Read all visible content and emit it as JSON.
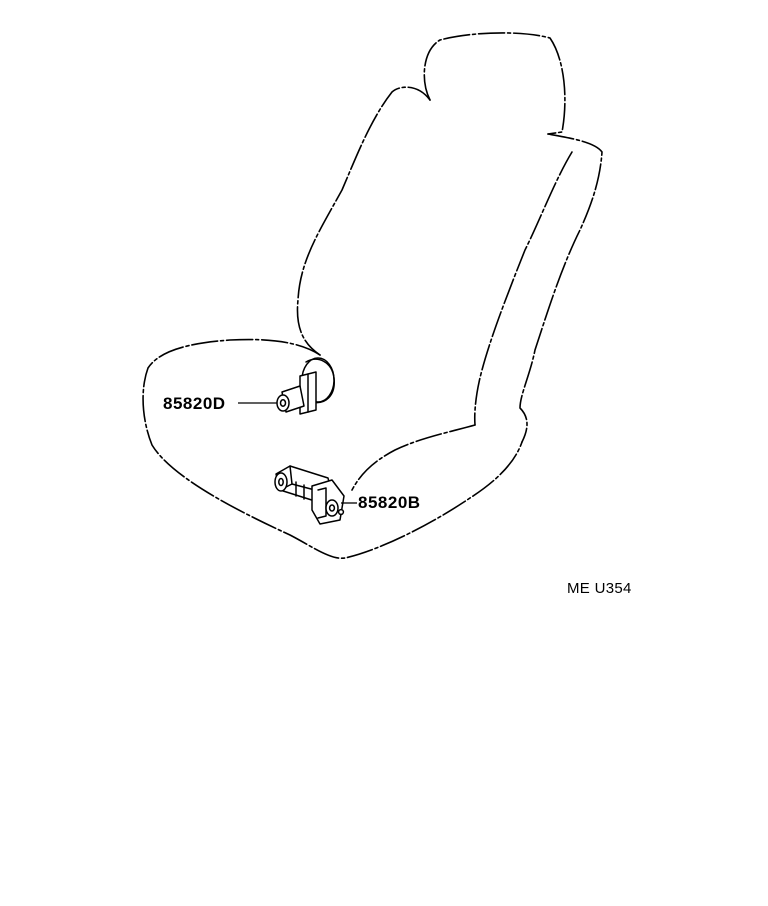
{
  "diagram": {
    "parts": [
      {
        "part_number": "85820D",
        "icon": "seat-motor-icon"
      },
      {
        "part_number": "85820B",
        "icon": "seat-motor-assembly-icon"
      }
    ],
    "diagram_code": "ME U354",
    "outline_icon": "seat-outline-icon",
    "line_color": "#000000",
    "background_color": "#ffffff"
  }
}
